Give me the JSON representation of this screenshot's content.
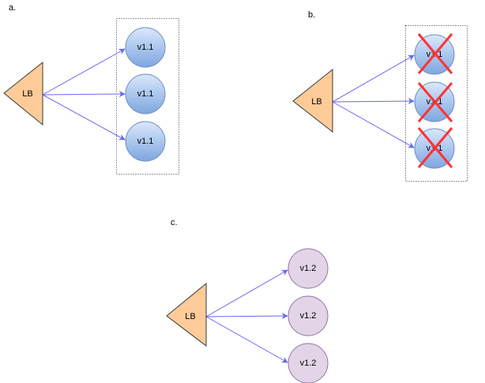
{
  "colors": {
    "lb_fill": "#ffcc99",
    "lb_stroke": "#36393d",
    "edge": "#6666ff",
    "v11_fill_top": "#dae8fc",
    "v11_fill_bottom": "#7ea6e0",
    "v11_stroke": "#6c8ebf",
    "v12_fill": "#e1d5e7",
    "v12_stroke": "#9673a6",
    "cross": "#ff3333",
    "group_border": "#333333"
  },
  "panels": [
    {
      "id": "a",
      "label": "a.",
      "balancer": {
        "label": "LB"
      },
      "grouped": true,
      "nodes": [
        {
          "label": "v1.1",
          "version": "v1.1",
          "failed": false
        },
        {
          "label": "v1.1",
          "version": "v1.1",
          "failed": false
        },
        {
          "label": "v1.1",
          "version": "v1.1",
          "failed": false
        }
      ]
    },
    {
      "id": "b",
      "label": "b.",
      "balancer": {
        "label": "LB"
      },
      "grouped": true,
      "nodes": [
        {
          "label": "v1.1",
          "version": "v1.1",
          "failed": true
        },
        {
          "label": "v1.1",
          "version": "v1.1",
          "failed": true
        },
        {
          "label": "v1.1",
          "version": "v1.1",
          "failed": true
        }
      ]
    },
    {
      "id": "c",
      "label": "c.",
      "balancer": {
        "label": "LB"
      },
      "grouped": false,
      "nodes": [
        {
          "label": "v1.2",
          "version": "v1.2",
          "failed": false
        },
        {
          "label": "v1.2",
          "version": "v1.2",
          "failed": false
        },
        {
          "label": "v1.2",
          "version": "v1.2",
          "failed": false
        }
      ]
    }
  ]
}
